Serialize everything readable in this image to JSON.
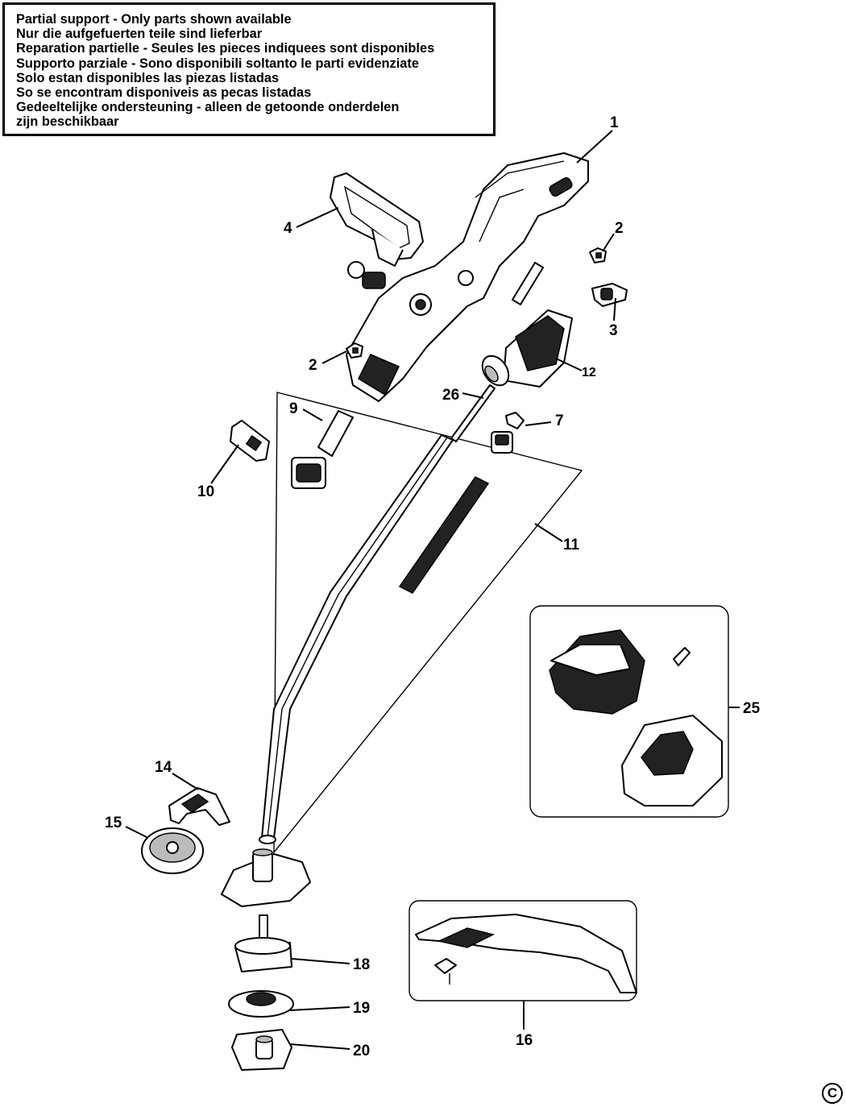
{
  "notice": {
    "lines": [
      "Partial support - Only parts shown available",
      "Nur die aufgefuerten teile sind lieferbar",
      "Reparation partielle - Seules les pieces indiquees sont disponibles",
      "Supporto parziale - Sono disponibili soltanto le parti evidenziate",
      "Solo estan disponibles las piezas listadas",
      "So se encontram disponiveis as pecas listadas",
      "Gedeeltelijke ondersteuning - alleen de getoonde onderdelen",
      "zijn beschikbaar"
    ]
  },
  "callouts": [
    "1",
    "2",
    "3",
    "4",
    "2",
    "12",
    "26",
    "9",
    "7",
    "10",
    "11",
    "25",
    "14",
    "15",
    "18",
    "19",
    "20",
    "16"
  ],
  "copyright": "C"
}
